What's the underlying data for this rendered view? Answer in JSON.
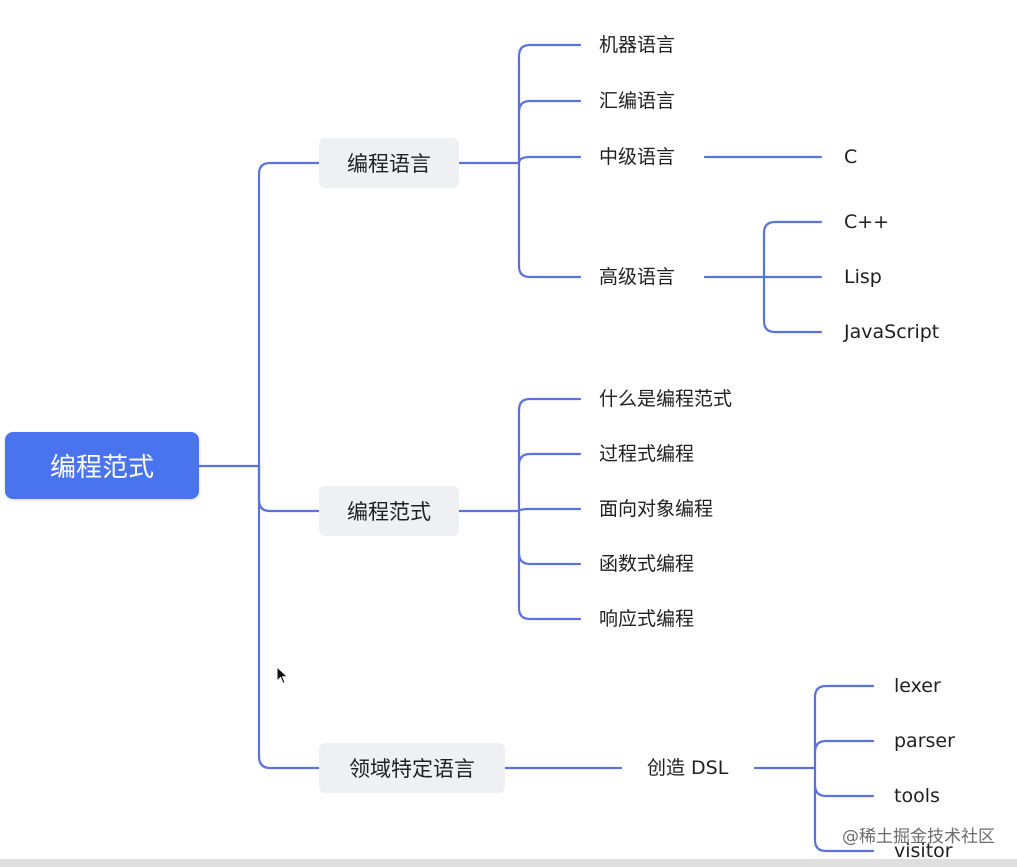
{
  "root": {
    "label": "编程范式"
  },
  "branches": [
    {
      "label": "编程语言",
      "children": [
        {
          "label": "机器语言"
        },
        {
          "label": "汇编语言"
        },
        {
          "label": "中级语言",
          "children": [
            "C"
          ]
        },
        {
          "label": "高级语言",
          "children": [
            "C++",
            "Lisp",
            "JavaScript"
          ]
        }
      ]
    },
    {
      "label": "编程范式",
      "children": [
        {
          "label": "什么是编程范式"
        },
        {
          "label": "过程式编程"
        },
        {
          "label": "面向对象编程"
        },
        {
          "label": "函数式编程"
        },
        {
          "label": "响应式编程"
        }
      ]
    },
    {
      "label": "领域特定语言",
      "children": [
        {
          "label": "创造 DSL",
          "children": [
            "lexer",
            "parser",
            "tools",
            "visitor"
          ]
        }
      ]
    }
  ],
  "watermark": "@稀土掘金技术社区",
  "colors": {
    "root_fill": "#4a73f0",
    "connector": "#5a73d8",
    "branch_fill": "#eff0f3"
  }
}
